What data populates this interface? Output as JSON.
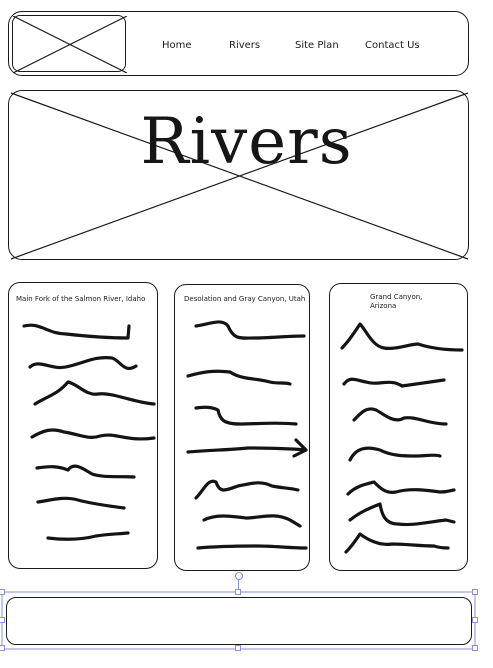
{
  "nav": {
    "items": [
      {
        "label": "Home"
      },
      {
        "label": "Rivers"
      },
      {
        "label": "Site Plan"
      },
      {
        "label": "Contact Us"
      }
    ]
  },
  "hero": {
    "title": "Rivers"
  },
  "cards": [
    {
      "title": "Main Fork of the Salmon River, Idaho"
    },
    {
      "title": "Desolation and Gray Canyon, Utah"
    },
    {
      "title": "Grand Canyon, Arizona"
    }
  ],
  "colors": {
    "stroke": "#1b1b1b",
    "selection": "#8a8fd6"
  }
}
